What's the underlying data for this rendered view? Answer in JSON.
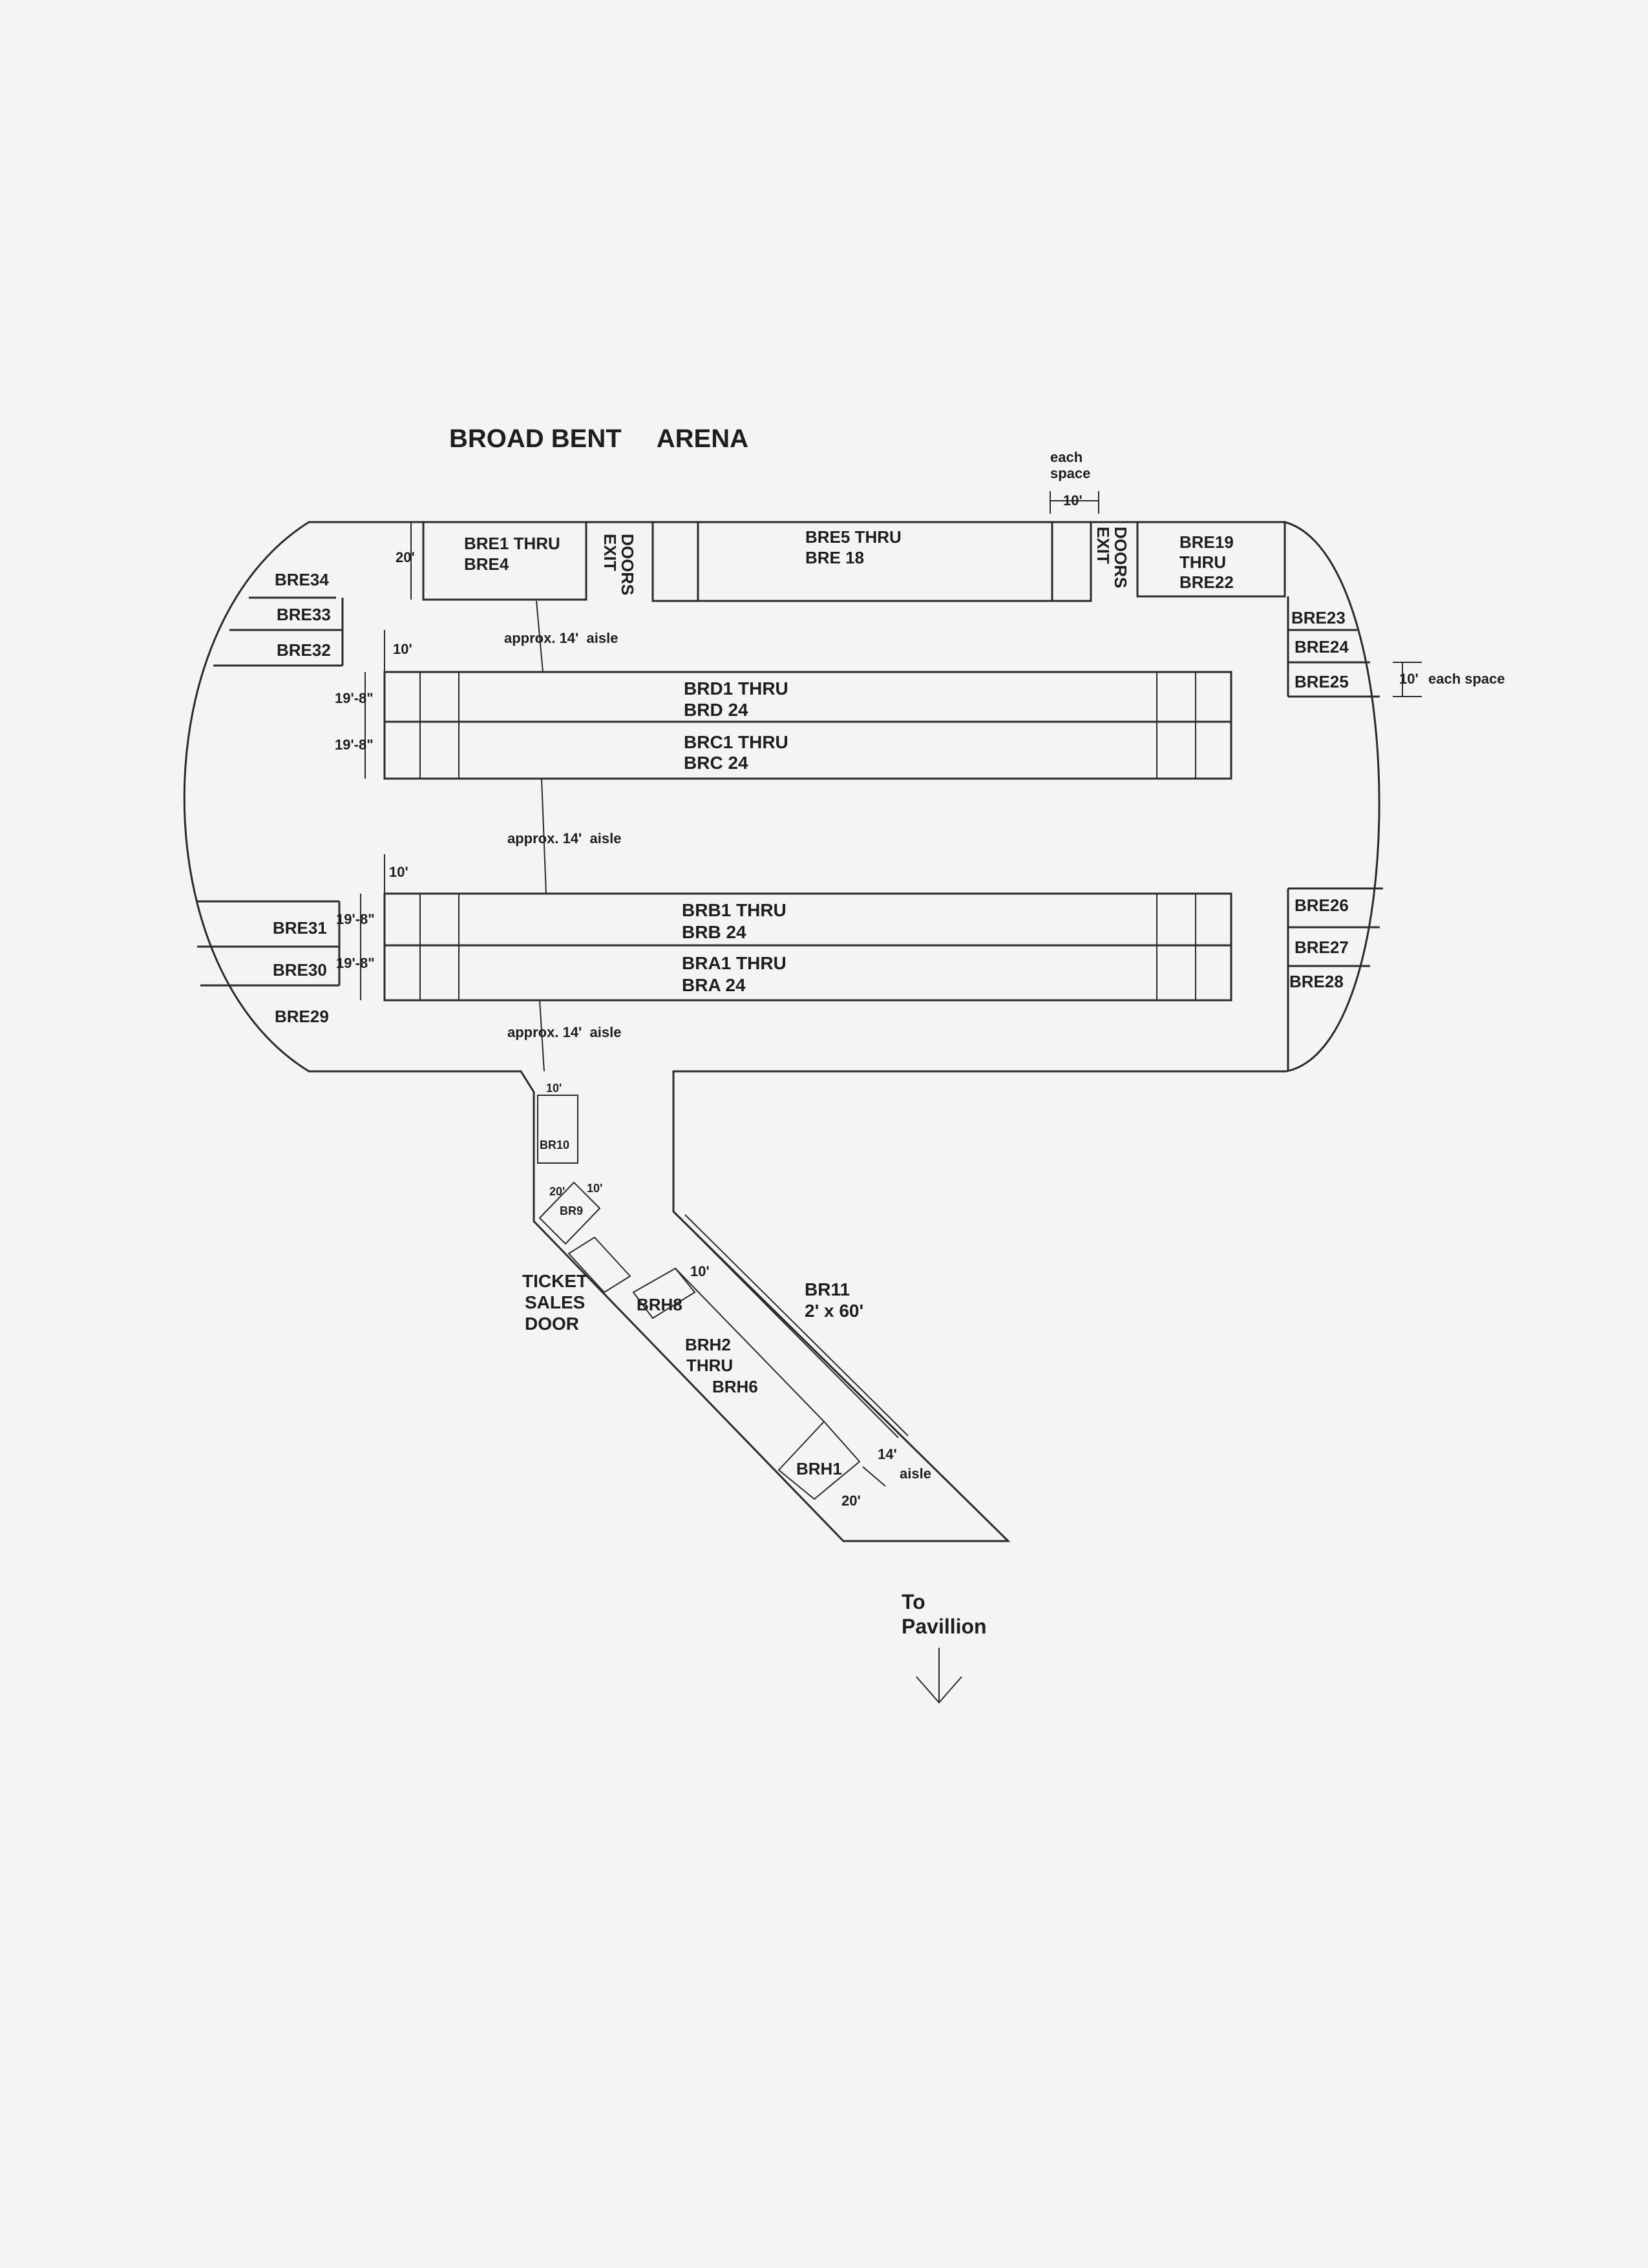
{
  "title": "BROAD BENT     ARENA",
  "top_row": {
    "bre1_4": [
      "BRE1 THRU",
      "BRE4"
    ],
    "exit_left": [
      "EXIT",
      "DOORS"
    ],
    "bre5_18": [
      "BRE5 THRU",
      "BRE 18"
    ],
    "exit_right": [
      "EXIT",
      "DOORS"
    ],
    "bre19_22": [
      "BRE19",
      "THRU",
      "BRE22"
    ],
    "each_space": [
      "each",
      "space"
    ]
  },
  "left_booths": {
    "top": [
      "BRE34",
      "BRE33",
      "BRE32"
    ],
    "bottom": [
      "BRE31",
      "BRE30",
      "BRE29"
    ]
  },
  "right_booths": {
    "top": [
      "BRE23",
      "BRE24",
      "BRE25"
    ],
    "bottom": [
      "BRE26",
      "BRE27",
      "BRE28"
    ]
  },
  "rows": {
    "brd": [
      "BRD1 THRU",
      "BRD 24"
    ],
    "brc": [
      "BRC1 THRU",
      "BRC 24"
    ],
    "brb": [
      "BRB1 THRU",
      "BRB 24"
    ],
    "bra": [
      "BRA1 THRU",
      "BRA 24"
    ]
  },
  "aisle_label": "approx. 14'  aisle",
  "dims": {
    "d20": "20'",
    "d10": "10'",
    "d19_8": "19'-8\"",
    "each_space_side": "each space"
  },
  "corridor": {
    "br10": "BR10",
    "br9": "BR9",
    "ticket": [
      "TICKET",
      "SALES",
      "DOOR"
    ],
    "brh8": "BRH8",
    "brh2_6": [
      "BRH2",
      "THRU",
      "BRH6"
    ],
    "brh1": "BRH1",
    "br11": [
      "BR11",
      "2' x 60'"
    ],
    "aisle14": [
      "14'",
      "aisle"
    ]
  },
  "to_pavillion": [
    "To",
    "Pavillion"
  ]
}
